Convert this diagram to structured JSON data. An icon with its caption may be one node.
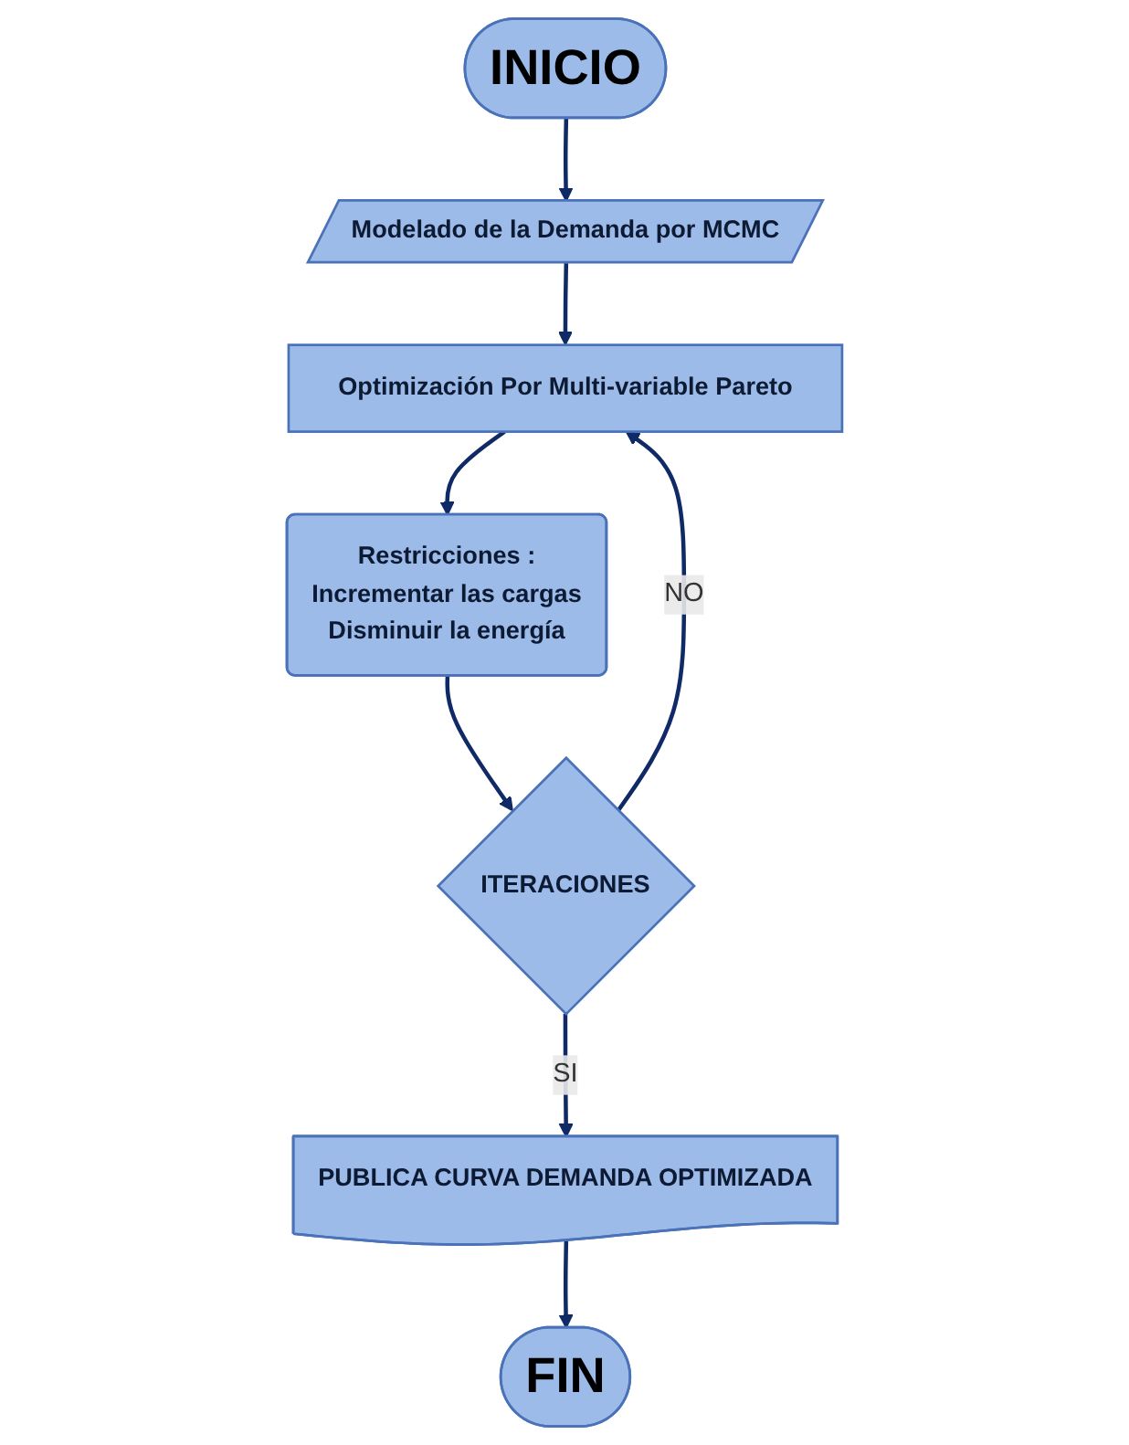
{
  "diagram": {
    "nodes": [
      {
        "text": [
          "INICIO"
        ]
      },
      {
        "text": [
          "Modelado de la Demanda por MCMC"
        ]
      },
      {
        "text": [
          "Optimización Por Multi-variable Pareto"
        ]
      },
      {
        "text": [
          "Restricciones :",
          "Incrementar las cargas",
          "Disminuir la energía"
        ]
      },
      {
        "text": [
          "ITERACIONES"
        ]
      },
      {
        "text": [
          "PUBLICA CURVA DEMANDA OPTIMIZADA"
        ]
      },
      {
        "text": [
          "FIN"
        ]
      }
    ],
    "edges": [
      {
        "from": 0,
        "to": 1,
        "arrow": "to"
      },
      {
        "from": 1,
        "to": 2,
        "arrow": "to"
      },
      {
        "from": 2,
        "to": 3,
        "arrow": "to"
      },
      {
        "from": 3,
        "to": 4,
        "arrow": "to"
      },
      {
        "from": 4,
        "to": 5,
        "arrow": "to",
        "label": "SI"
      },
      {
        "from": 4,
        "to": 2,
        "arrow": "to",
        "label": "NO"
      },
      {
        "from": 5,
        "to": 6,
        "arrow": "to"
      }
    ]
  }
}
